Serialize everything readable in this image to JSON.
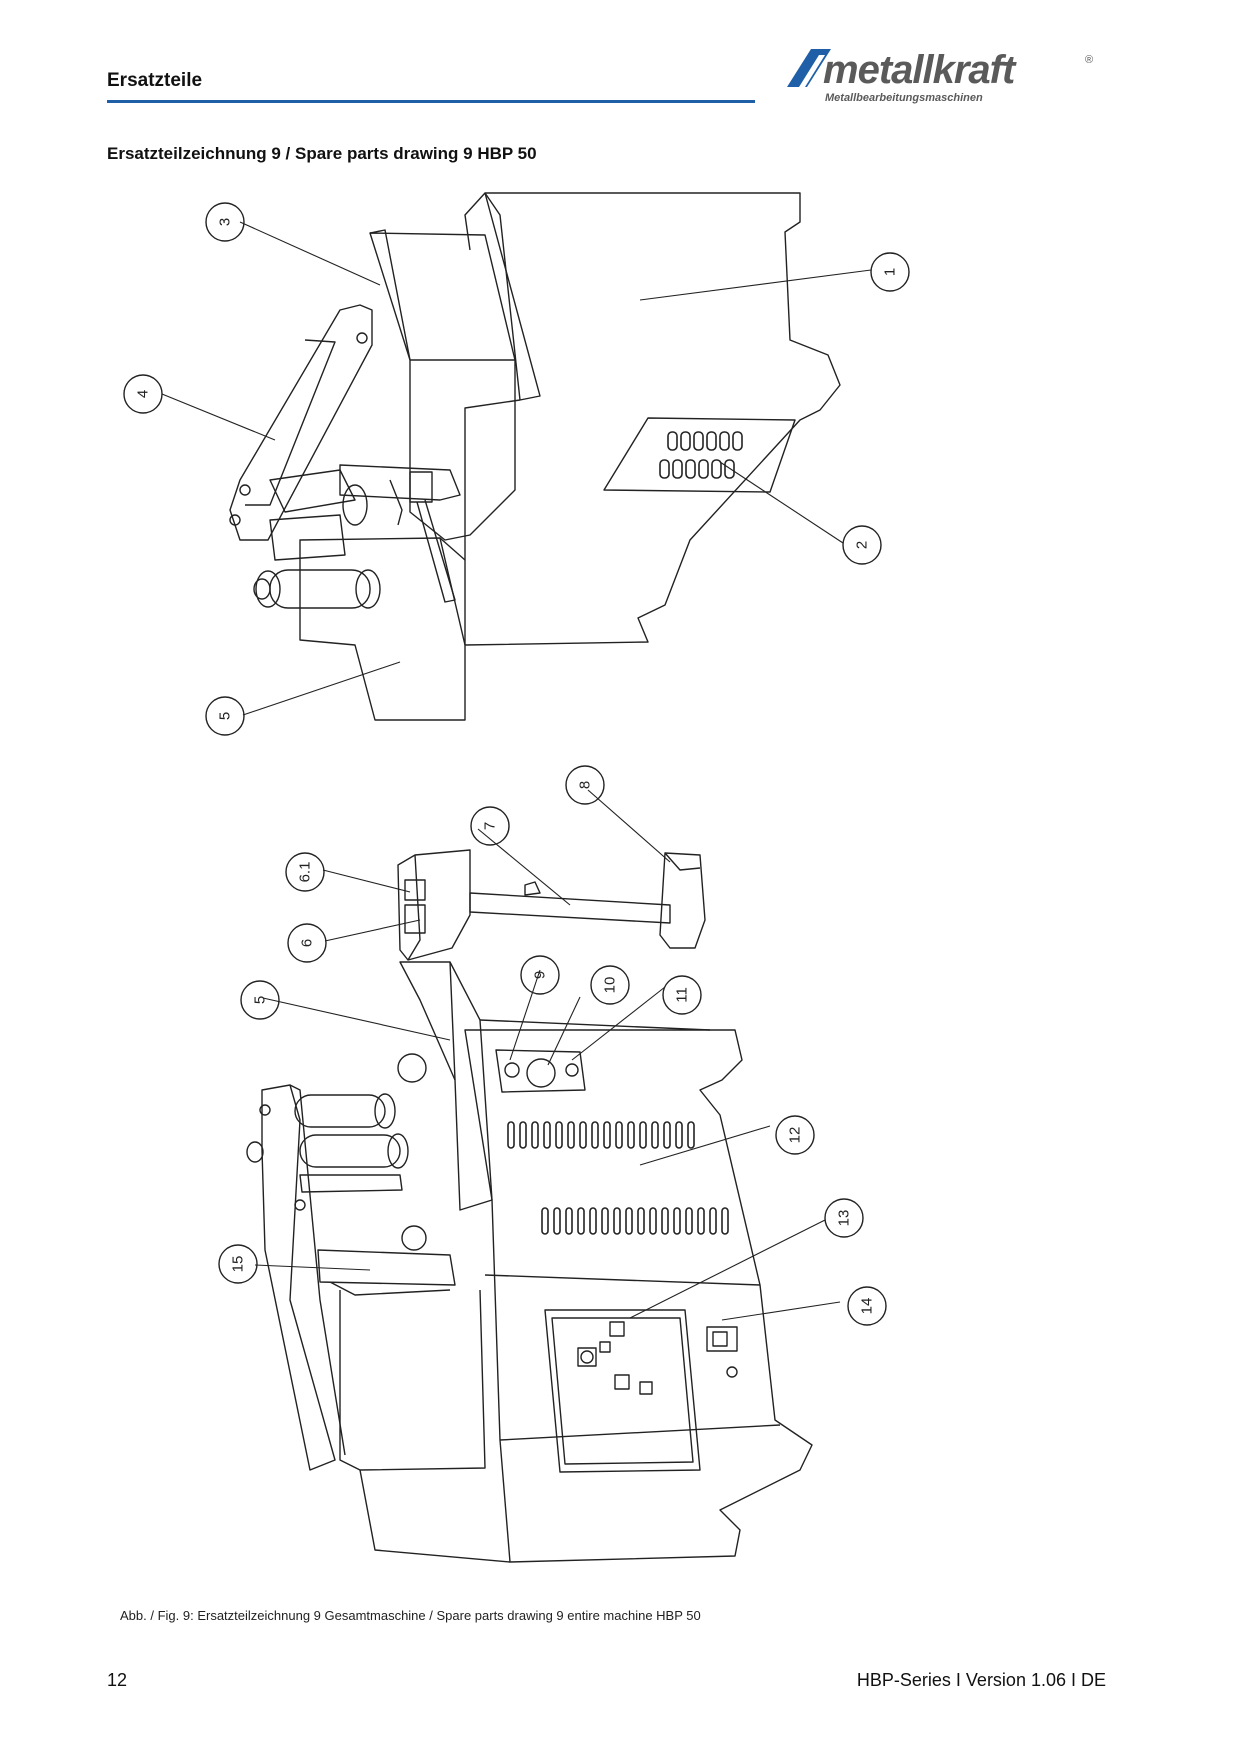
{
  "header": {
    "section_title": "Ersatzteile",
    "logo_wordmark": "metallkraft",
    "logo_tagline": "Metallbearbeitungsmaschinen",
    "logo_registered": "®",
    "rule_color": "#1f5fa8"
  },
  "drawing_title": "Ersatzteilzeichnung 9 / Spare parts drawing 9 HBP 50",
  "callouts_top": [
    "1",
    "2",
    "3",
    "4",
    "5"
  ],
  "callouts_bottom": [
    "5",
    "6",
    "6.1",
    "7",
    "8",
    "9",
    "10",
    "11",
    "12",
    "13",
    "14",
    "15"
  ],
  "caption": "Abb. / Fig. 9: Ersatzteilzeichnung 9 Gesamtmaschine / Spare parts drawing 9 entire machine HBP 50",
  "footer": {
    "page_number": "12",
    "doc_version": "HBP-Series I Version 1.06 I DE"
  }
}
